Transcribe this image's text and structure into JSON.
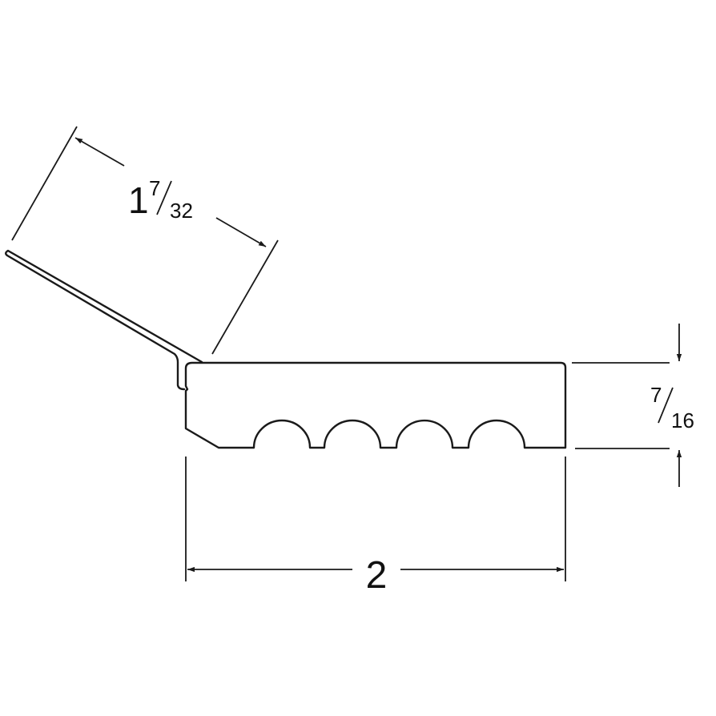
{
  "drawing": {
    "dimensions": {
      "flange_length": {
        "whole": "1",
        "numerator": "7",
        "denominator": "32"
      },
      "thickness": {
        "numerator": "7",
        "denominator": "16"
      },
      "width": {
        "whole": "2"
      }
    },
    "line_color": "#1a1a1a",
    "background_color": "#ffffff"
  }
}
